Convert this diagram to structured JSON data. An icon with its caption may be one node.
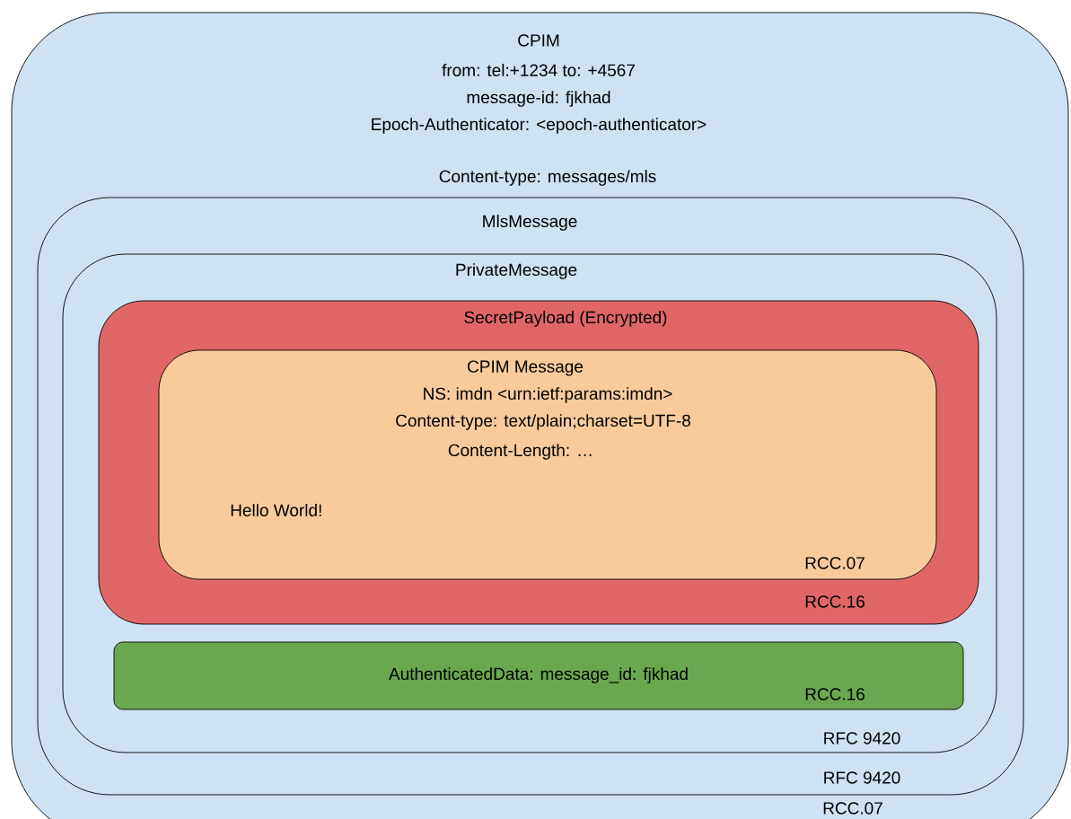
{
  "diagram": {
    "nodes": [
      {
        "text": [
          "CPIM",
          "from: tel:+1234 to: +4567",
          "message-id: fjkhad",
          "Epoch-Authenticator: <epoch-authenticator>",
          "Content-type: messages/mls",
          "RCC.07"
        ]
      },
      {
        "text": [
          "MlsMessage",
          "RFC 9420"
        ],
        "in": 0
      },
      {
        "text": [
          "PrivateMessage",
          "RFC 9420"
        ],
        "in": 1
      },
      {
        "text": [
          "SecretPayload (Encrypted)",
          "RCC.16"
        ],
        "in": 2
      },
      {
        "text": [
          "CPIM Message",
          "NS: imdn <urn:ietf:params:imdn>",
          "Content-type: text/plain;charset=UTF-8",
          "Content-Length: …",
          "Hello World!",
          "RCC.07"
        ],
        "in": 3
      },
      {
        "text": [
          "AuthenticatedData: message_id: fjkhad",
          "RCC.16"
        ],
        "in": 2
      }
    ]
  }
}
